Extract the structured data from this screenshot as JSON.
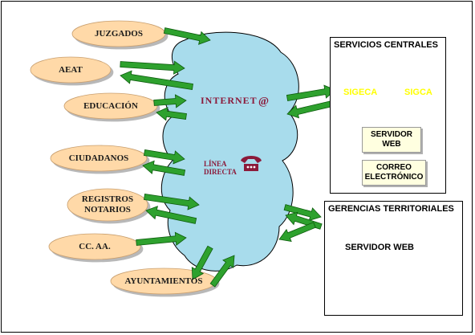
{
  "sources": [
    {
      "label": "JUZGADOS"
    },
    {
      "label": "AEAT"
    },
    {
      "label": "EDUCACIÓN"
    },
    {
      "label": "CIUDADANOS"
    },
    {
      "label": "REGISTROS NOTARIOS"
    },
    {
      "label": "CC. AA."
    },
    {
      "label": "AYUNTAMIENTOS"
    }
  ],
  "network": {
    "internet_label": "INTERNET",
    "at_symbol": "@",
    "direct_line_label": "LÍNEA DIRECTA"
  },
  "central_services": {
    "title": "SERVICIOS CENTRALES",
    "db_left": "SIGECA",
    "db_right": "SIGCA",
    "web_server": "SERVIDOR WEB",
    "email": "CORREO ELECTRÓNICO"
  },
  "territorial": {
    "title": "GERENCIAS TERRITORIALES",
    "web_server": "SERVIDOR WEB"
  },
  "colors": {
    "ellipse_fill": "#ffd9a8",
    "cloud_fill": "#a8dcec",
    "arrow_fill": "#2ea12e",
    "db_left": "#b8174a",
    "db_right": "#18a640",
    "internet_text": "#8b1a3a"
  }
}
